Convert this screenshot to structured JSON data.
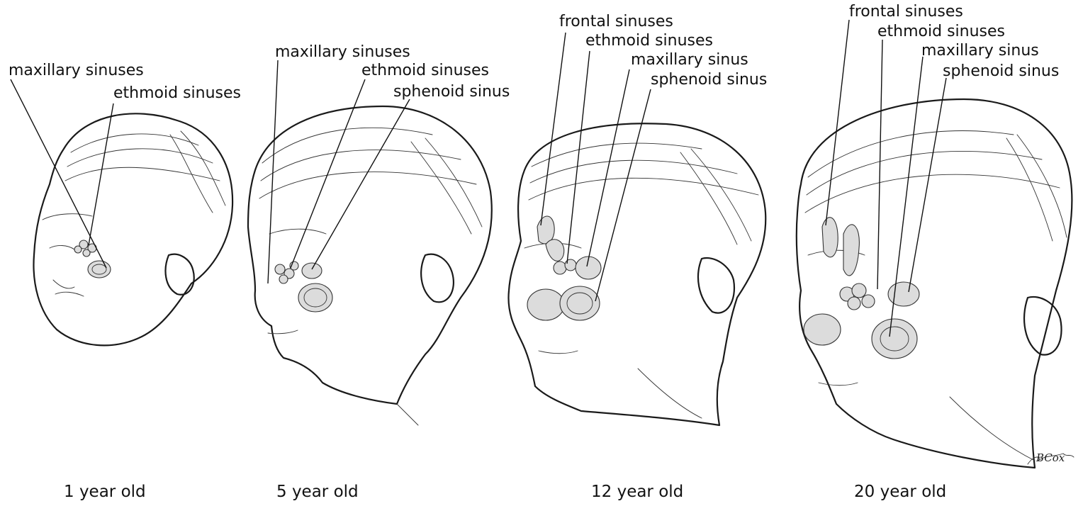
{
  "panels": [
    {
      "age_label": "1 year old",
      "labels": [
        "maxillary sinuses",
        "ethmoid sinuses"
      ]
    },
    {
      "age_label": "5 year old",
      "labels": [
        "maxillary sinuses",
        "ethmoid sinuses",
        "sphenoid sinus"
      ]
    },
    {
      "age_label": "12 year old",
      "labels": [
        "frontal sinuses",
        "ethmoid sinuses",
        "maxillary sinus",
        "sphenoid sinus"
      ]
    },
    {
      "age_label": "20 year old",
      "labels": [
        "frontal sinuses",
        "ethmoid sinuses",
        "maxillary sinus",
        "sphenoid sinus"
      ]
    }
  ],
  "signature": "BCox"
}
